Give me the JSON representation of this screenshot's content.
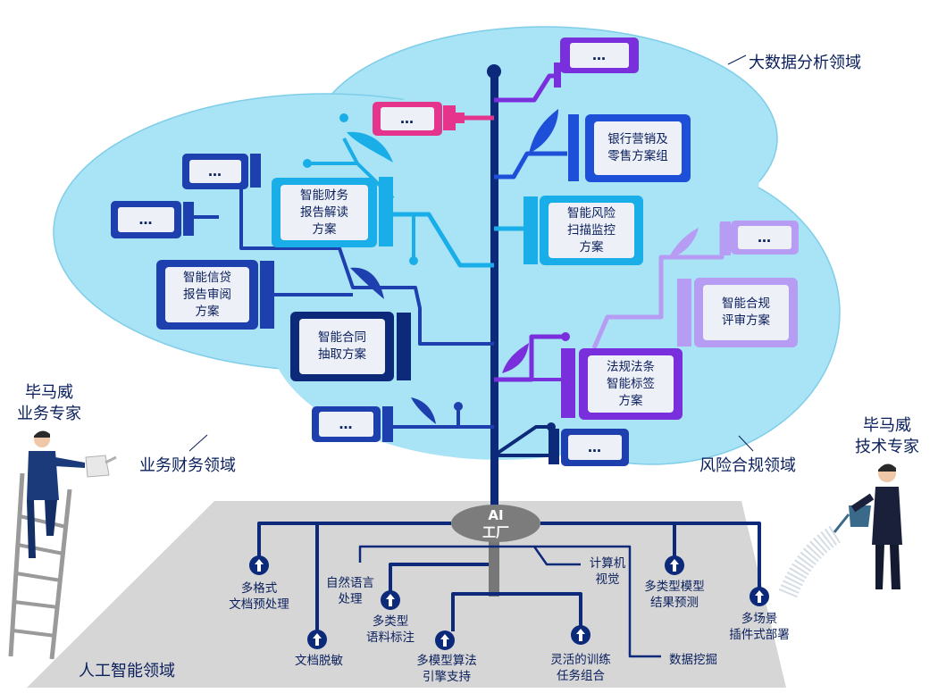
{
  "domains": {
    "big_data": "大数据分析领域",
    "business_finance": "业务财务领域",
    "risk_compliance": "风险合规领域",
    "ai": "人工智能领域"
  },
  "experts": {
    "business": [
      "毕马威",
      "业务专家"
    ],
    "technical": [
      "毕马威",
      "技术专家"
    ]
  },
  "ai_factory": [
    "AI",
    "工厂"
  ],
  "solutions": {
    "bank_marketing": [
      "银行营销及",
      "零售方案组"
    ],
    "financial_report": [
      "智能财务",
      "报告解读",
      "方案"
    ],
    "risk_scan": [
      "智能风险",
      "扫描监控",
      "方案"
    ],
    "credit_report": [
      "智能信贷",
      "报告审阅",
      "方案"
    ],
    "contract": [
      "智能合同",
      "抽取方案"
    ],
    "compliance_review": [
      "智能合规",
      "评审方案"
    ],
    "regulation_tagging": [
      "法规法条",
      "智能标签",
      "方案"
    ],
    "placeholder": "…"
  },
  "capabilities": {
    "multi_format": [
      "多格式",
      "文档预处理"
    ],
    "desensitize": [
      "文档脱敏"
    ],
    "nlp": [
      "自然语言",
      "处理"
    ],
    "corpus": [
      "多类型",
      "语料标注"
    ],
    "algorithm": [
      "多模型算法",
      "引擎支持"
    ],
    "training": [
      "灵活的训练",
      "任务组合"
    ],
    "cv": [
      "计算机",
      "视觉"
    ],
    "data_mining": [
      "数据挖掘"
    ],
    "model_prediction": [
      "多类型模型",
      "结果预测"
    ],
    "deployment": [
      "多场景",
      "插件式部署"
    ]
  },
  "colors": {
    "cloud": "#a8e3f6",
    "trunk": "#0d2a7a",
    "blue": "#1e4fd8",
    "light_blue": "#1aaee8",
    "purple": "#7a2fdc",
    "lavender": "#b79cf4",
    "pink": "#e5348c",
    "floor": "#d4d4d4",
    "text": "#0a1f5c"
  }
}
